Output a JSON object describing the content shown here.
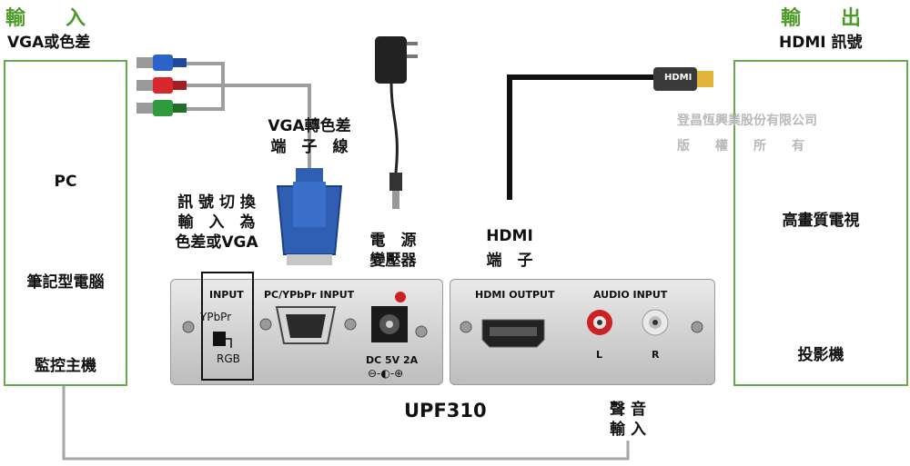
{
  "input": {
    "title": "輸　　入",
    "subtitle": "VGA或色差",
    "devices": [
      "PC",
      "筆記型電腦",
      "監控主機"
    ]
  },
  "output": {
    "title": "輸　　出",
    "subtitle": "HDMI 訊號",
    "devices": [
      "高畫質電視",
      "投影機"
    ]
  },
  "cable_vga": {
    "line1": "VGA轉色差",
    "line2": "端　子　線"
  },
  "switch_note": {
    "line1": "訊 號 切 換",
    "line2": "輸　入　為",
    "line3": "色差或VGA"
  },
  "power": {
    "line1": "電　源",
    "line2": "變壓器"
  },
  "hdmi_port_note": {
    "line1": "HDMI",
    "line2": "端　子"
  },
  "hdmi_plug": "HDMI",
  "watermark": {
    "line1": "登昌恆興業股份有限公司",
    "line2": "版　　權　　所　　有"
  },
  "panel_left": {
    "input_label": "INPUT",
    "ypbpr": "YPbPr",
    "rgb": "RGB",
    "pc_label": "PC/YPbPr INPUT",
    "dc": "DC 5V 2A"
  },
  "panel_right": {
    "hdmi_out": "HDMI OUTPUT",
    "audio_in": "AUDIO INPUT",
    "l": "L",
    "r": "R"
  },
  "model": "UPF310",
  "audio_note": {
    "line1": "聲 音",
    "line2": "輸 入"
  },
  "colors": {
    "accent": "#4e9a2a",
    "panel": "#c4c4c4",
    "vga_blue": "#2f5fb3"
  }
}
